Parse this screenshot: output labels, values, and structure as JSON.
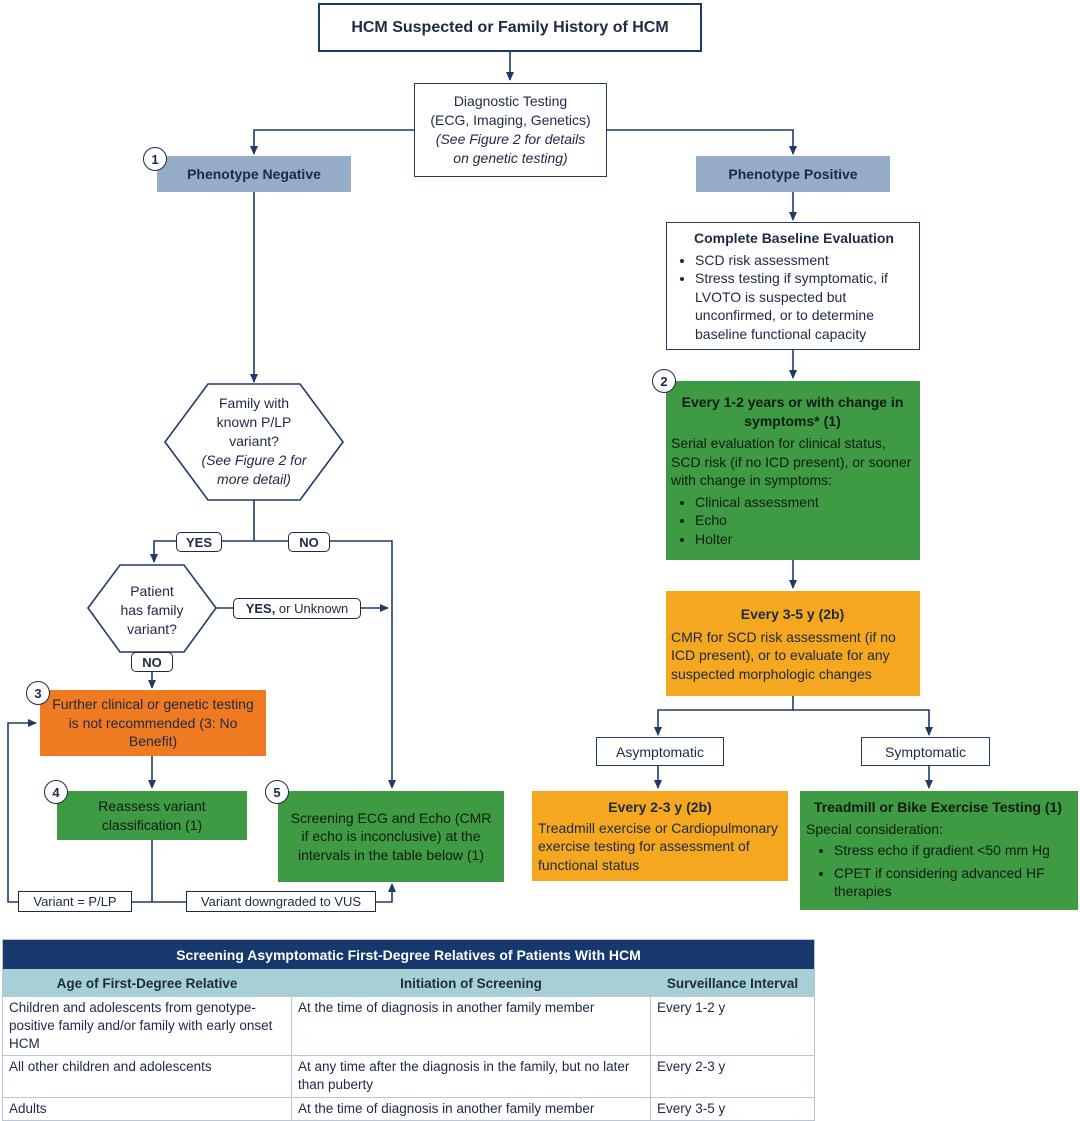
{
  "title": "HCM Suspected or Family History of HCM",
  "diagnostic": {
    "line1": "Diagnostic Testing",
    "line2": "(ECG, Imaging, Genetics)",
    "note1": "(See Figure 2 for details",
    "note2": "on genetic testing)"
  },
  "negative": {
    "badge": "1",
    "label": "Phenotype Negative"
  },
  "positive": {
    "label": "Phenotype Positive"
  },
  "baseline": {
    "title": "Complete Baseline Evaluation",
    "items": [
      "SCD risk assessment",
      "Stress testing if symptomatic, if LVOTO is suspected but unconfirmed, or to determine baseline functional capacity"
    ]
  },
  "every12": {
    "badge": "2",
    "title": "Every 1-2 years or with change in symptoms* (1)",
    "text": "Serial evaluation for clinical status, SCD risk (if no ICD present), or sooner with change in symptoms:",
    "items": [
      "Clinical assessment",
      "Echo",
      "Holter"
    ]
  },
  "every35": {
    "title": "Every 3-5 y (2b)",
    "text": "CMR for SCD risk assessment (if no ICD present), or to evaluate for any suspected morphologic changes"
  },
  "asymptomatic": "Asymptomatic",
  "symptomatic": "Symptomatic",
  "every23": {
    "title": "Every 2-3 y (2b)",
    "text": "Treadmill exercise or Cardiopulmonary exercise testing for assessment of functional status"
  },
  "treadmill": {
    "title": "Treadmill or Bike Exercise Testing (1)",
    "text": "Special consideration:",
    "items": [
      "Stress echo if gradient <50 mm Hg",
      "CPET if considering advanced HF therapies"
    ]
  },
  "family_diamond": {
    "l1": "Family with",
    "l2": "known P/LP",
    "l3": "variant?",
    "n1": "(See Figure 2 for",
    "n2": "more detail)"
  },
  "labels": {
    "yes": "YES",
    "no": "NO",
    "no2": "NO",
    "yes_unknown_bold": "YES,",
    "yes_unknown_rest": " or Unknown",
    "variant_plp": "Variant = P/LP",
    "variant_vus": "Variant downgraded to VUS"
  },
  "patient_diamond": {
    "l1": "Patient",
    "l2": "has family",
    "l3": "variant?"
  },
  "further": {
    "badge": "3",
    "text": "Further clinical or genetic testing is not recommended (3: No Benefit)"
  },
  "reassess": {
    "badge": "4",
    "text": "Reassess variant classification (1)"
  },
  "screening": {
    "badge": "5",
    "text": "Screening ECG and Echo (CMR if echo is inconclusive) at the intervals in the table below (1)"
  },
  "table": {
    "title": "Screening Asymptomatic First-Degree Relatives of Patients With HCM",
    "headers": [
      "Age of First-Degree Relative",
      "Initiation of Screening",
      "Surveillance Interval"
    ],
    "rows": [
      [
        "Children and adolescents from genotype-positive family and/or family with early onset HCM",
        "At the time of diagnosis in another family member",
        "Every 1-2 y"
      ],
      [
        "All other children and adolescents",
        "At any time after the diagnosis in the family, but no later than puberty",
        "Every 2-3 y"
      ],
      [
        "Adults",
        "At the time of diagnosis in another family member",
        "Every 3-5 y"
      ]
    ]
  },
  "colors": {
    "navy": "#16386d",
    "line": "#1f3a68",
    "blue_box": "#95adc9",
    "green_box": "#3e9a43",
    "orange_box": "#f4a71f",
    "red_box": "#f07a22",
    "table_header": "#a6cfd6"
  }
}
